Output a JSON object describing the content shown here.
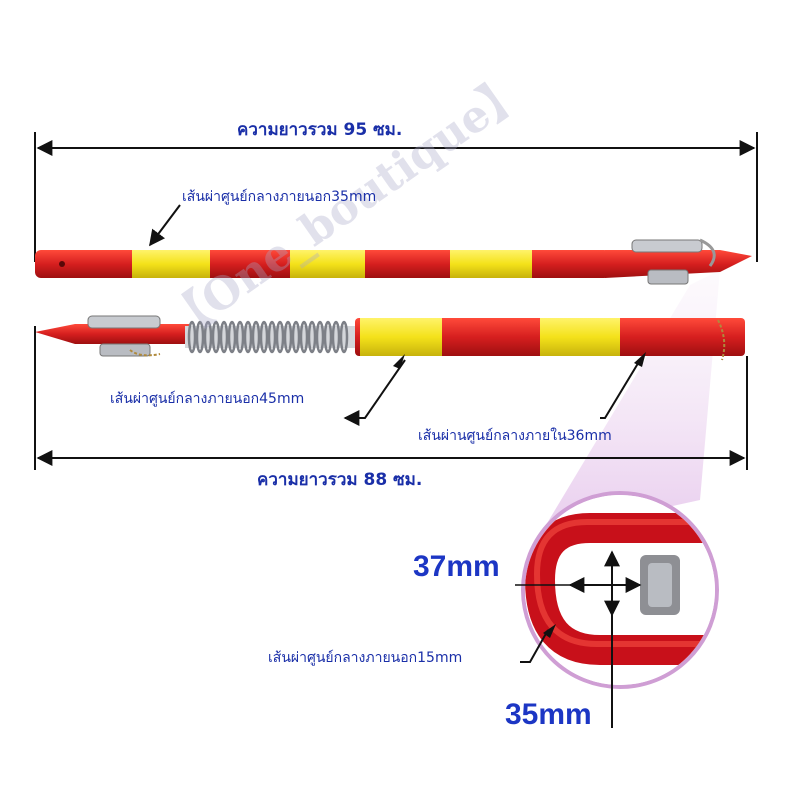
{
  "dimensions": {
    "total_length_top": "ความยาวรวม 95 ซม.",
    "total_length_bottom": "ความยาวรวม 88 ซม.",
    "top_pole_outer_dia": "เส้นผ่าศูนย์กลางภายนอก35mm",
    "bottom_pole_outer_dia": "เส้นผ่าศูนย์กลางภายนอก45mm",
    "bottom_pole_inner_dia": "เส้นผ่านศูนย์กลางภายใน36mm",
    "hook_outer_dia": "เส้นผ่าศูนย์กลางภายนอก15mm",
    "hook_width": "37mm",
    "hook_height": "35mm"
  },
  "watermark": "【One_boutique】",
  "colors": {
    "pole_red": "#d61f1f",
    "pole_yellow": "#f4e21a",
    "dimension_line": "#111111",
    "label_blue": "#1a2fa8",
    "metal": "#b9bcc2"
  }
}
